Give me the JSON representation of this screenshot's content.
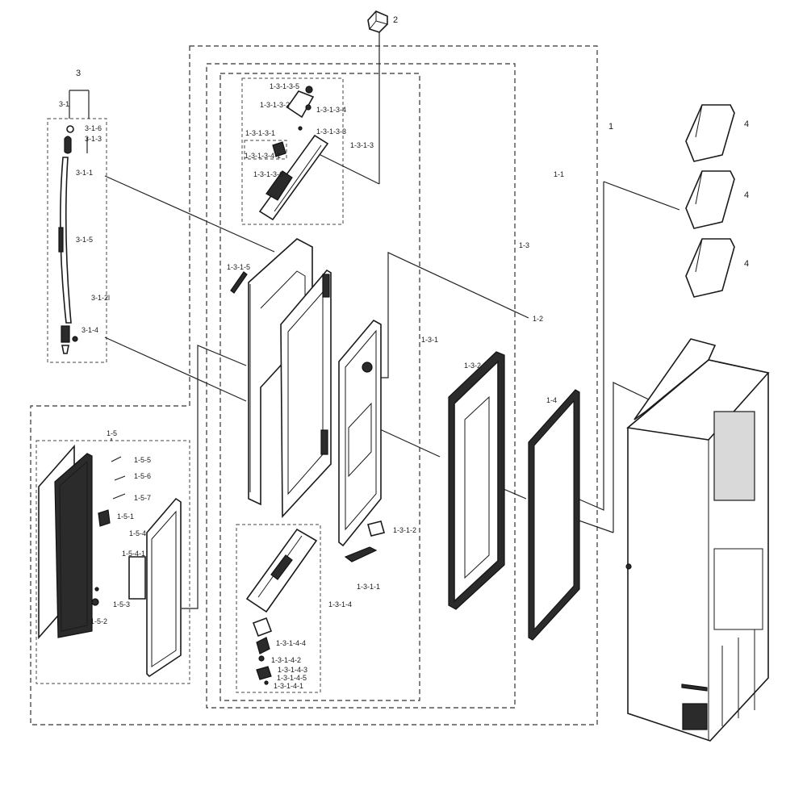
{
  "labels": {
    "l_1": "1",
    "l_1_1": "1-1",
    "l_1_2": "1-2",
    "l_1_3": "1-3",
    "l_1_4": "1-4",
    "l_1_5": "1-5",
    "l_1_3_1": "1-3-1",
    "l_1_3_1_1": "1-3-1-1",
    "l_1_3_1_2": "1-3-1-2",
    "l_1_3_1_3": "1-3-1-3",
    "l_1_3_1_4": "1-3-1-4",
    "l_1_3_1_5": "1-3-1-5",
    "l_1_3_2": "1-3-2",
    "l_1_3_1_3_1": "1-3-1-3-1",
    "l_1_3_1_3_2": "1-3-1-3-2",
    "l_1_3_1_3_3": "1-3-1-3-3",
    "l_1_3_1_3_4": "1-3-1-3-4",
    "l_1_3_1_3_5": "1-3-1-3-5",
    "l_1_3_1_3_6": "1-3-1-3-6",
    "l_1_3_1_3_4_1": "1-3-1-3-4-1",
    "l_1_3_1_4_1": "1-3-1-4-1",
    "l_1_3_1_4_2": "1-3-1-4-2",
    "l_1_3_1_4_3": "1-3-1-4-3",
    "l_1_3_1_4_4": "1-3-1-4-4",
    "l_1_3_1_4_5": "1-3-1-4-5",
    "l_1_5_1": "1-5-1",
    "l_1_5_2": "1-5-2",
    "l_1_5_3": "1-5-3",
    "l_1_5_4": "1-5-4",
    "l_1_5_4_1": "1-5-4-1",
    "l_1_5_5": "1-5-5",
    "l_1_5_6": "1-5-6",
    "l_1_5_7": "1-5-7",
    "l_2": "2",
    "l_3": "3",
    "l_3_1": "3-1",
    "l_3_1_1": "3-1-1",
    "l_3_1_2l": "3-1-2l",
    "l_3_1_3": "3-1-3",
    "l_3_1_4": "3-1-4",
    "l_3_1_5": "3-1-5",
    "l_3_1_6": "3-1-6",
    "l_4a": "4",
    "l_4b": "4",
    "l_4c": "4"
  }
}
